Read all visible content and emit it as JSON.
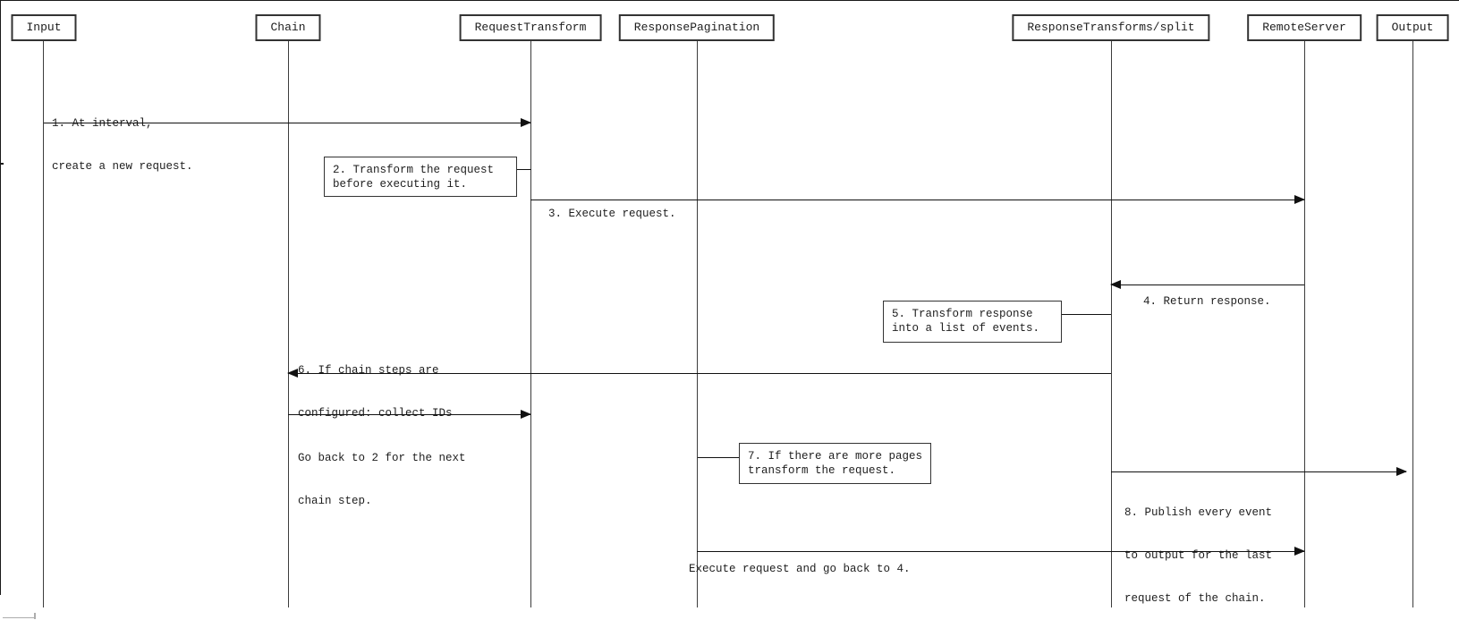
{
  "diagram": {
    "type": "sequence-diagram",
    "colors": {
      "background": "#ffffff",
      "line": "#111111",
      "text": "#1e1e1e",
      "box_border": "#333333"
    },
    "participants": [
      {
        "name": "Input"
      },
      {
        "name": "Chain"
      },
      {
        "name": "RequestTransform"
      },
      {
        "name": "ResponsePagination"
      },
      {
        "name": "ResponseTransforms/split"
      },
      {
        "name": "RemoteServer"
      },
      {
        "name": "Output"
      }
    ],
    "messages": [
      {
        "from": "Input",
        "to": "RequestTransform",
        "direction": "right",
        "lines": [
          "1. At interval,",
          "create a new request."
        ]
      },
      {
        "from": "RequestTransform",
        "to": "RemoteServer",
        "direction": "right",
        "lines": [
          "3. Execute request."
        ]
      },
      {
        "from": "RemoteServer",
        "to": "ResponseTransforms/split",
        "direction": "left",
        "lines": [
          "4. Return response."
        ]
      },
      {
        "from": "ResponseTransforms/split",
        "to": "Chain",
        "direction": "left",
        "lines": [
          "6. If chain steps are",
          "configured: collect IDs"
        ]
      },
      {
        "from": "Chain",
        "to": "RequestTransform",
        "direction": "right",
        "lines": [
          "Go back to 2 for the next",
          "chain step."
        ]
      },
      {
        "from": "ResponseTransforms/split",
        "to": "Output",
        "direction": "right",
        "lines": [
          "8. Publish every event",
          "to output for the last",
          "request of the chain."
        ]
      },
      {
        "from": "ResponsePagination",
        "to": "RemoteServer",
        "direction": "right",
        "lines": [
          "Execute request and go back to 4."
        ]
      }
    ],
    "notes": [
      {
        "attached_to": "RequestTransform",
        "side": "left",
        "lines": [
          "2. Transform the request",
          "before executing it."
        ]
      },
      {
        "attached_to": "ResponseTransforms/split",
        "side": "left",
        "lines": [
          "5. Transform response",
          "into a list of events."
        ]
      },
      {
        "attached_to": "ResponsePagination",
        "side": "right",
        "lines": [
          "7. If there are more pages",
          "transform the request."
        ]
      }
    ]
  }
}
